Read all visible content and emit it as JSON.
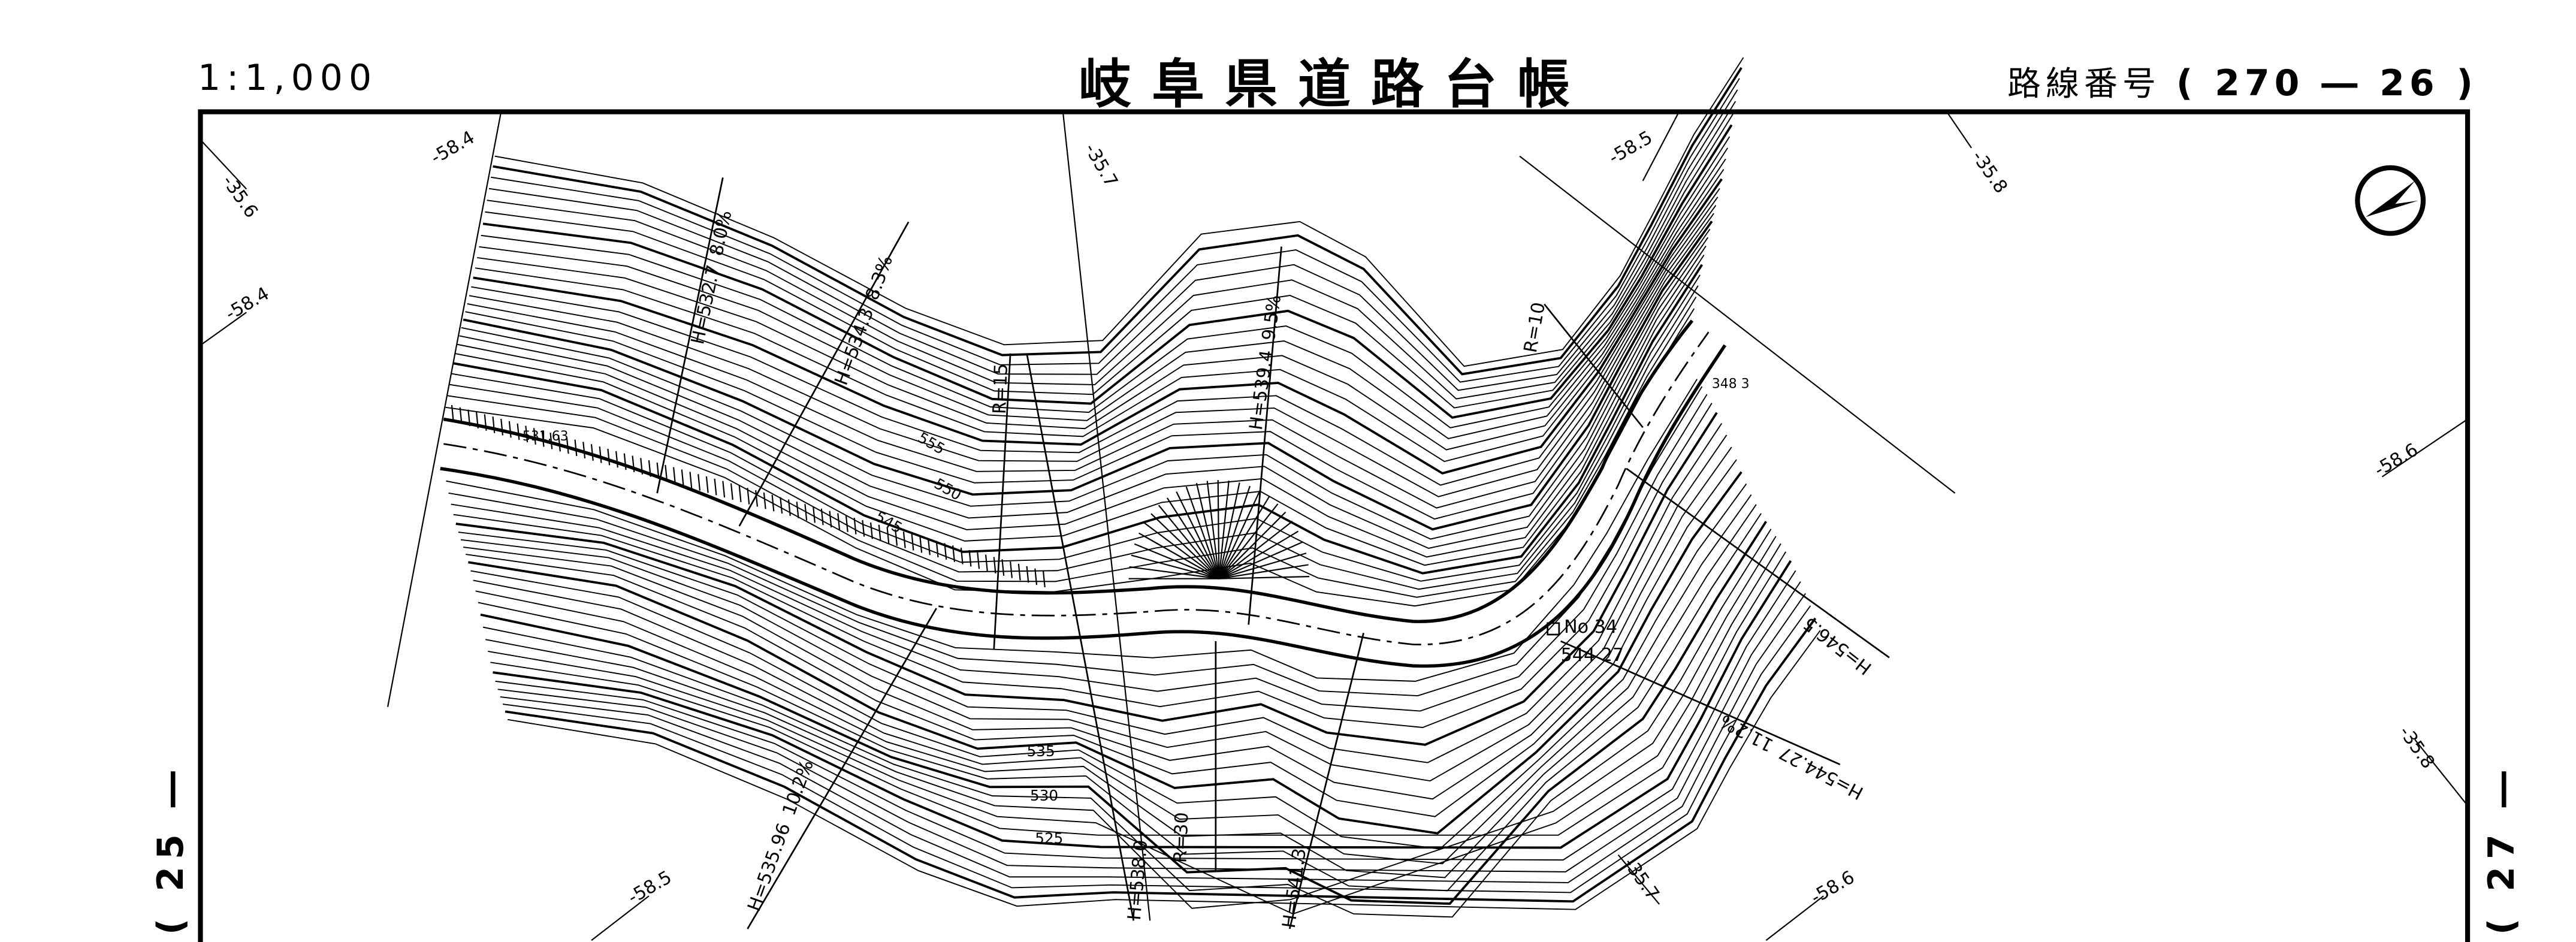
{
  "header": {
    "scale": "1:1,000",
    "title": "岐阜県道路台帳",
    "route_label": "路線番号",
    "route_number": "( 270 ― 26 )"
  },
  "sheet_refs": {
    "left": "( 25 ―",
    "right": "( 27 ―"
  },
  "grid_labels": [
    "-58.4",
    "-35.6",
    "-58.4",
    "-35.7",
    "-58.5",
    "-35.8",
    "-58.6",
    "-35.8",
    "-58.5",
    "-35.7",
    "-58.6"
  ],
  "profile_labels": [
    {
      "h": "H=532.7",
      "grade": "8.0%"
    },
    {
      "h": "H=534.3",
      "grade": "8.3%"
    },
    {
      "h": "H=539.4",
      "grade": "9.5%"
    },
    {
      "h": "H=546.5",
      "grade": ""
    },
    {
      "h": "H=544.27",
      "grade": "11.2%"
    },
    {
      "h": "H=535.96",
      "grade": "10.2%"
    },
    {
      "h": "H=538.0",
      "grade": ""
    },
    {
      "h": "H=541.3",
      "grade": ""
    }
  ],
  "curve_labels": [
    "R=15",
    "R=10",
    "R=30"
  ],
  "contour_labels": [
    "555",
    "550",
    "545",
    "535",
    "530",
    "525"
  ],
  "benchmarks": [
    {
      "station": "No 34",
      "elevation": "544 27"
    },
    {
      "station": "",
      "elevation": "531.63"
    },
    {
      "station": "",
      "elevation": "348 3"
    }
  ],
  "colors": {
    "ink": "#000000",
    "paper": "#ffffff"
  }
}
